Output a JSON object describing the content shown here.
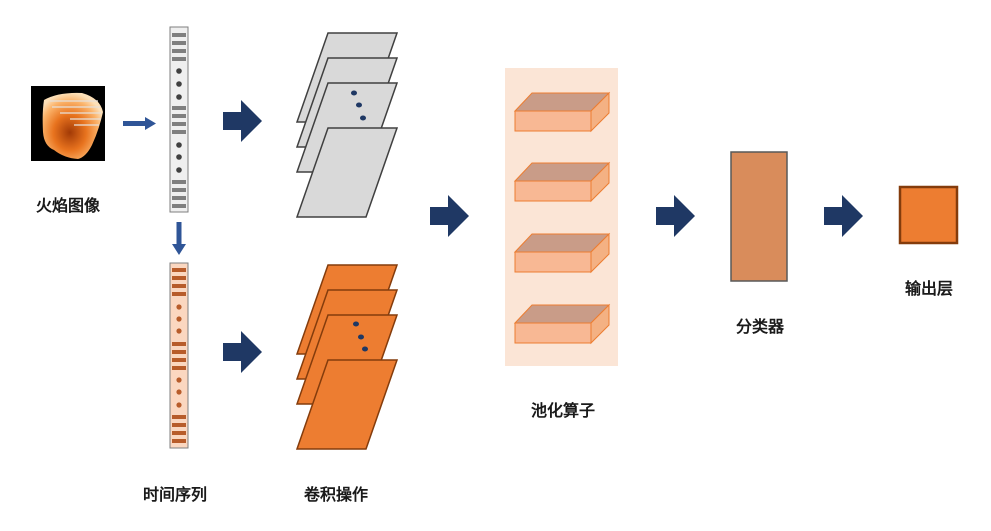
{
  "labels": {
    "flame_image": "火焰图像",
    "time_series": "时间序列",
    "convolution": "卷积操作",
    "pooling": "池化算子",
    "classifier": "分类器",
    "output": "输出层"
  },
  "colors": {
    "arrow_big": "#1f3864",
    "arrow_small": "#2f5597",
    "grey_map_fill": "#d9d9d9",
    "grey_map_stroke": "#404040",
    "orange_map_fill": "#ed7d31",
    "orange_map_stroke": "#843c0c",
    "pool_bg": "#fbe5d6",
    "pool_front": "#f8b894",
    "pool_top": "#c99c88",
    "pool_side": "#f4b183",
    "classifier_fill": "#d98c5b",
    "output_fill": "#ed7d31",
    "dots": "#1f3864"
  },
  "icons": [
    "flame-image-icon",
    "arrow-right-icon",
    "arrow-down-icon"
  ]
}
